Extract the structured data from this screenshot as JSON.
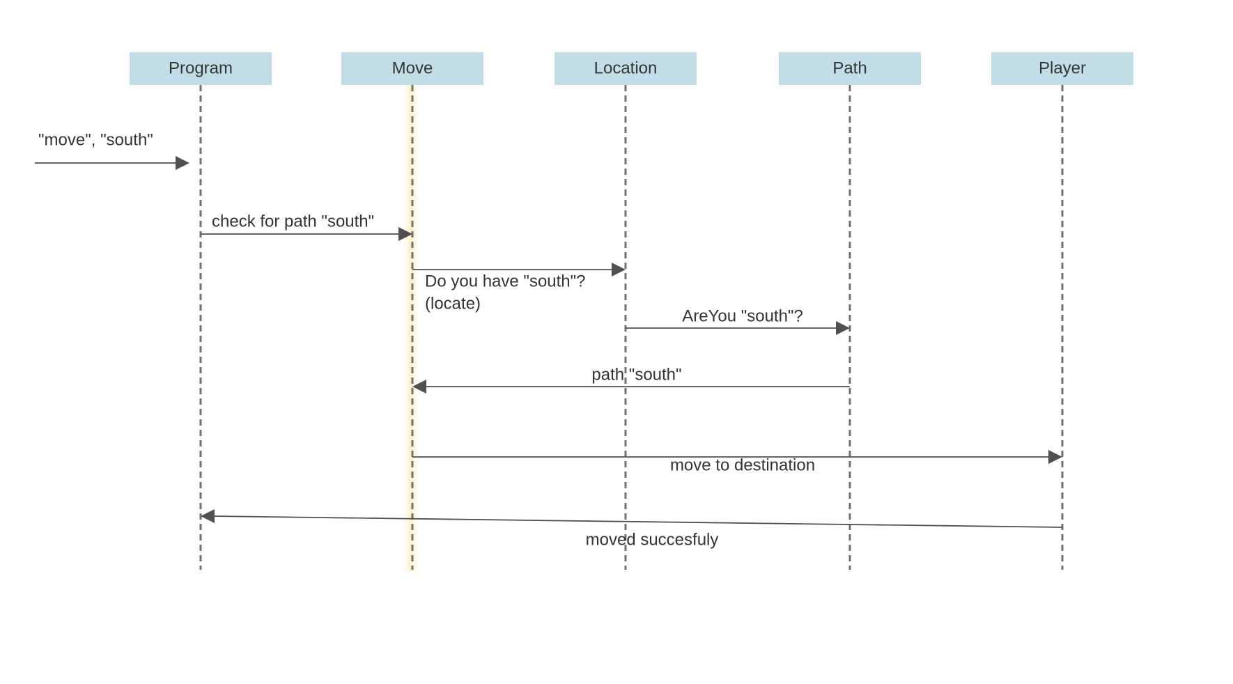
{
  "diagram": {
    "type": "sequence",
    "colors": {
      "participant_fill": "#c2dde6",
      "lifeline": "#707070",
      "message_line": "#505050",
      "text": "#333333",
      "active_highlight": "#fdf6dc"
    },
    "participants": [
      {
        "id": "program",
        "label": "Program"
      },
      {
        "id": "move",
        "label": "Move"
      },
      {
        "id": "location",
        "label": "Location"
      },
      {
        "id": "path",
        "label": "Path"
      },
      {
        "id": "player",
        "label": "Player"
      }
    ],
    "messages": [
      {
        "from": "external",
        "to": "program",
        "lines": [
          "\"move\", \"south\""
        ]
      },
      {
        "from": "program",
        "to": "move",
        "lines": [
          "check for path \"south\""
        ]
      },
      {
        "from": "move",
        "to": "location",
        "lines": [
          "Do you have \"south\"?",
          "(locate)"
        ]
      },
      {
        "from": "location",
        "to": "path",
        "lines": [
          "AreYou \"south\"?"
        ]
      },
      {
        "from": "path",
        "to": "move",
        "lines": [
          "path \"south\""
        ]
      },
      {
        "from": "move",
        "to": "player",
        "lines": [
          "move to destination"
        ]
      },
      {
        "from": "player",
        "to": "program",
        "lines": [
          "moved succesfuly"
        ]
      }
    ]
  }
}
